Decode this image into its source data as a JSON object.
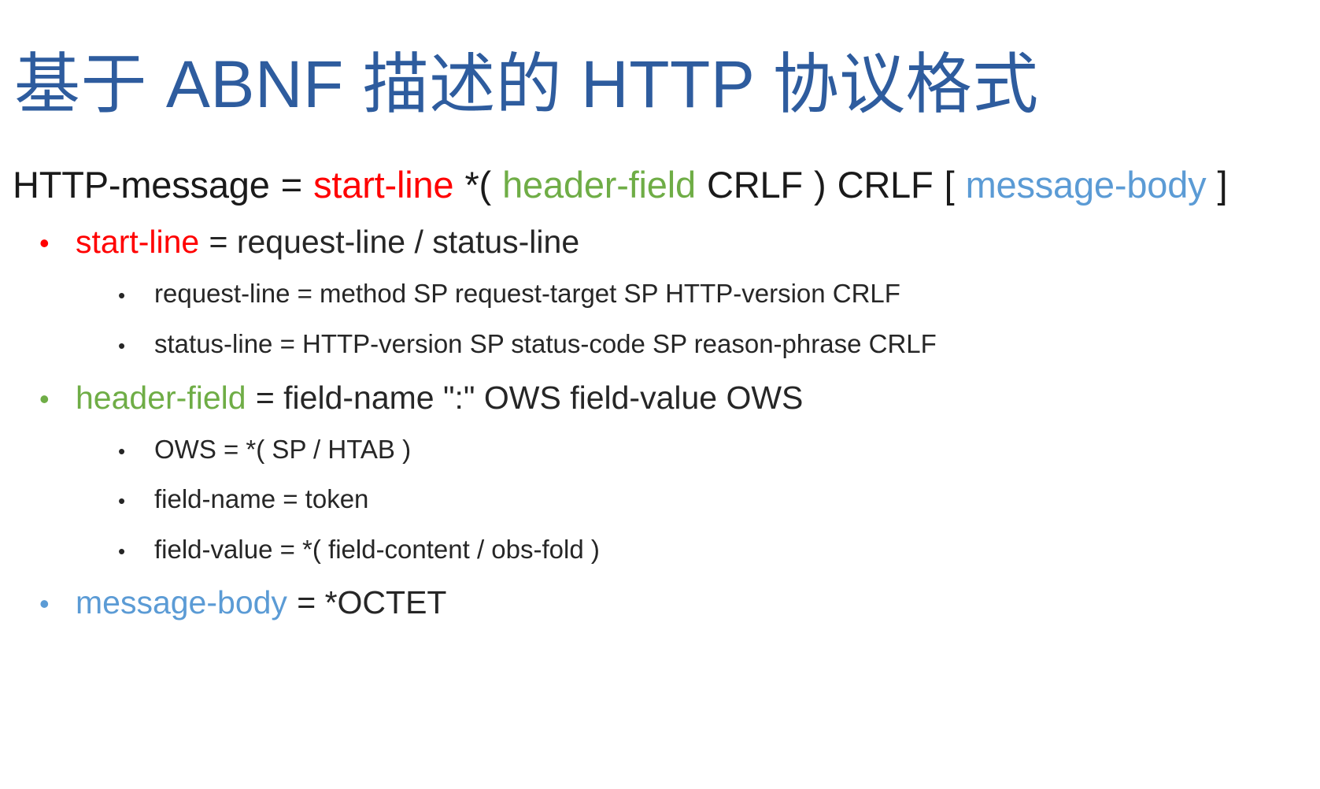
{
  "slide": {
    "title": "基于 ABNF 描述的 HTTP 协议格式",
    "title_color": "#2E5C9E",
    "background_color": "#FFFFFF",
    "bullet_glyph": "•",
    "accent_colors": {
      "start_line": "#FF0000",
      "header_field": "#6FAD46",
      "message_body": "#5B9BD5",
      "plain": "#1A1A1A"
    },
    "content": {
      "formula": {
        "lhs": "HTTP-message",
        "eq": "=",
        "start_line": "start-line",
        "repeat_open": "*(",
        "header_field": "header-field",
        "crlf_1": "CRLF",
        "repeat_close": ")",
        "crlf_2": "CRLF",
        "opt_open": "[",
        "message_body": "message-body",
        "opt_close": "]",
        "full_text": "HTTP-message = start-line *( header-field CRLF ) CRLF [ message-body ]"
      },
      "bullets": [
        {
          "level": 1,
          "term": "start-line",
          "term_color": "start_line",
          "rest": "= request-line / status-line",
          "full_text": "start-line = request-line / status-line"
        },
        {
          "level": 2,
          "term": "",
          "term_color": "plain",
          "rest": "request-line = method SP request-target SP HTTP-version CRLF",
          "full_text": "request-line = method SP request-target SP HTTP-version CRLF"
        },
        {
          "level": 2,
          "term": "",
          "term_color": "plain",
          "rest": "status-line = HTTP-version SP status-code SP reason-phrase CRLF",
          "full_text": "status-line = HTTP-version SP status-code SP reason-phrase CRLF"
        },
        {
          "level": 1,
          "term": "header-field",
          "term_color": "header_field",
          "rest": "= field-name \":\" OWS field-value OWS",
          "full_text": "header-field = field-name \":\" OWS field-value OWS"
        },
        {
          "level": 2,
          "term": "",
          "term_color": "plain",
          "rest": "OWS = *( SP / HTAB )",
          "full_text": "OWS = *( SP / HTAB )"
        },
        {
          "level": 2,
          "term": "",
          "term_color": "plain",
          "rest": "field-name = token",
          "full_text": "field-name = token"
        },
        {
          "level": 2,
          "term": "",
          "term_color": "plain",
          "rest": "field-value = *( field-content / obs-fold )",
          "full_text": "field-value = *( field-content / obs-fold )"
        },
        {
          "level": 1,
          "term": "message-body",
          "term_color": "message_body",
          "rest": "= *OCTET",
          "full_text": "message-body = *OCTET"
        }
      ]
    }
  }
}
